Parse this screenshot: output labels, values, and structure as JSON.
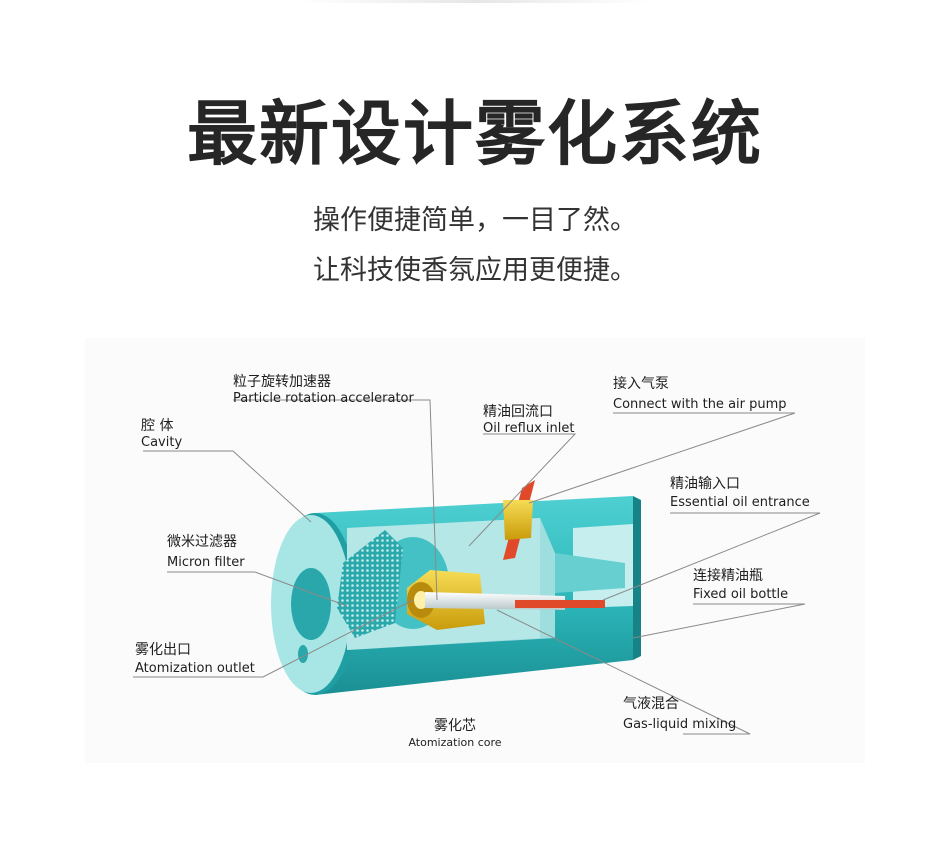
{
  "headline": "最新设计雾化系统",
  "subtitle_lines": [
    "操作便捷简单，一目了然。",
    "让科技使香氛应用更便捷。"
  ],
  "diagram": {
    "labels": {
      "particle_accelerator": {
        "zh": "粒子旋转加速器",
        "en": "Particle rotation accelerator"
      },
      "cavity": {
        "zh": "腔 体",
        "en": "Cavity"
      },
      "oil_reflux": {
        "zh": "精油回流口",
        "en": "Oil reflux inlet"
      },
      "air_pump": {
        "zh": "接入气泵",
        "en": "Connect with the air pump"
      },
      "oil_entrance": {
        "zh": "精油输入口",
        "en": "Essential oil entrance"
      },
      "micron_filter": {
        "zh": "微米过滤器",
        "en": "Micron filter"
      },
      "oil_bottle": {
        "zh": "连接精油瓶",
        "en": "Fixed oil bottle"
      },
      "atomization_outlet": {
        "zh": "雾化出口",
        "en": "Atomization outlet"
      },
      "gas_liquid": {
        "zh": "气液混合",
        "en": "Gas-liquid mixing"
      },
      "caption": {
        "zh": "雾化芯",
        "en": "Atomization core"
      }
    },
    "colors": {
      "body_teal": "#2bb5b8",
      "body_dark": "#1a8f93",
      "face_light": "#c9efee",
      "nozzle_gold": "#e9c21a",
      "tube_red": "#e04a2a"
    }
  }
}
